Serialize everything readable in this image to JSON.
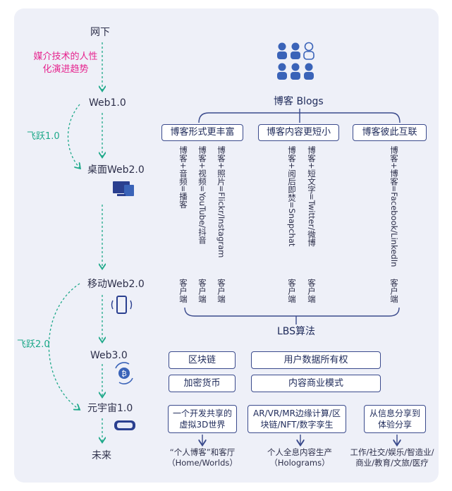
{
  "stages": {
    "offline": "网下",
    "web1": "Web1.0",
    "desktop_web2": "桌面Web2.0",
    "mobile_web2": "移动Web2.0",
    "web3": "Web3.0",
    "metaverse": "元宇宙1.0",
    "future": "未来"
  },
  "trend_label": [
    "媒介技术的人性",
    "化演进趋势"
  ],
  "leap1": "飞跃1.0",
  "leap2": "飞跃2.0",
  "blogs_title": "博客 Blogs",
  "branches": [
    "博客形式更丰富",
    "博客内容更短小",
    "博客彼此互联"
  ],
  "vertical_items": [
    "博客+音频=播客",
    "博客+视频=YouTube/抖音",
    "博客+照片=Flickr/Instagram",
    "博客+阅后即焚=Snapchat",
    "博客+短文字=Twitter/微博",
    "博客+博客=Facebook/LinkedIn"
  ],
  "client_label": "客户端",
  "lbs": "LBS算法",
  "web3_boxes": [
    "区块链",
    "用户数据所有权",
    "加密货币",
    "内容商业模式"
  ],
  "meta_boxes": [
    "一个开发共享的虚拟3D世界",
    "AR/VR/MR边缘计算/区块链/NFT/数字孪生",
    "从信息分享到体验分享"
  ],
  "future_items": [
    "“个人博客”和客厅（Home/Worlds）",
    "个人全息内容生产（Holograms）",
    "工作/社交/娱乐/智造业/商业/教育/文旅/医疗"
  ],
  "colors": {
    "accent": "#3a4a8c",
    "green": "#1fa98a",
    "pink": "#e6238e",
    "panel": "#eef0f8"
  },
  "icons": [
    "people-group-icon",
    "desktop-computer-icon",
    "mobile-phone-icon",
    "bitcoin-cycle-icon",
    "vr-headset-icon"
  ]
}
